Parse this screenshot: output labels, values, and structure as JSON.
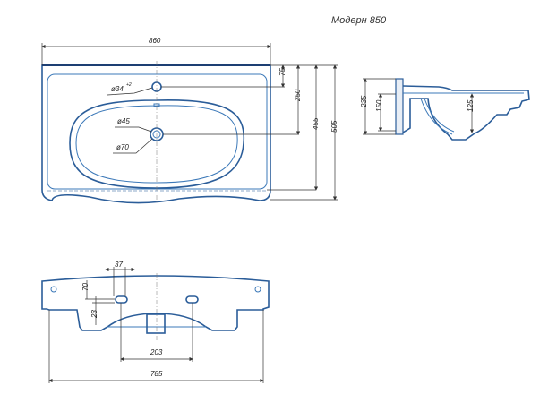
{
  "title": "Модерн 850",
  "colors": {
    "outline": "#2b5d99",
    "dimension": "#333333"
  },
  "top_view": {
    "width": "860",
    "tap_hole": "ø34",
    "tap_hole_tol": "+2",
    "drain_inner": "ø45",
    "drain_outer": "ø70",
    "dim_tap": "75",
    "dim_drain": "250",
    "dim_bowl": "455",
    "dim_depth": "505"
  },
  "side_view": {
    "height": "235",
    "bracket": "150",
    "bowl_depth": "125"
  },
  "bottom_view": {
    "slot_width": "37",
    "dim_70": "70",
    "dim_23": "23",
    "slot_spacing": "203",
    "total": "785"
  }
}
